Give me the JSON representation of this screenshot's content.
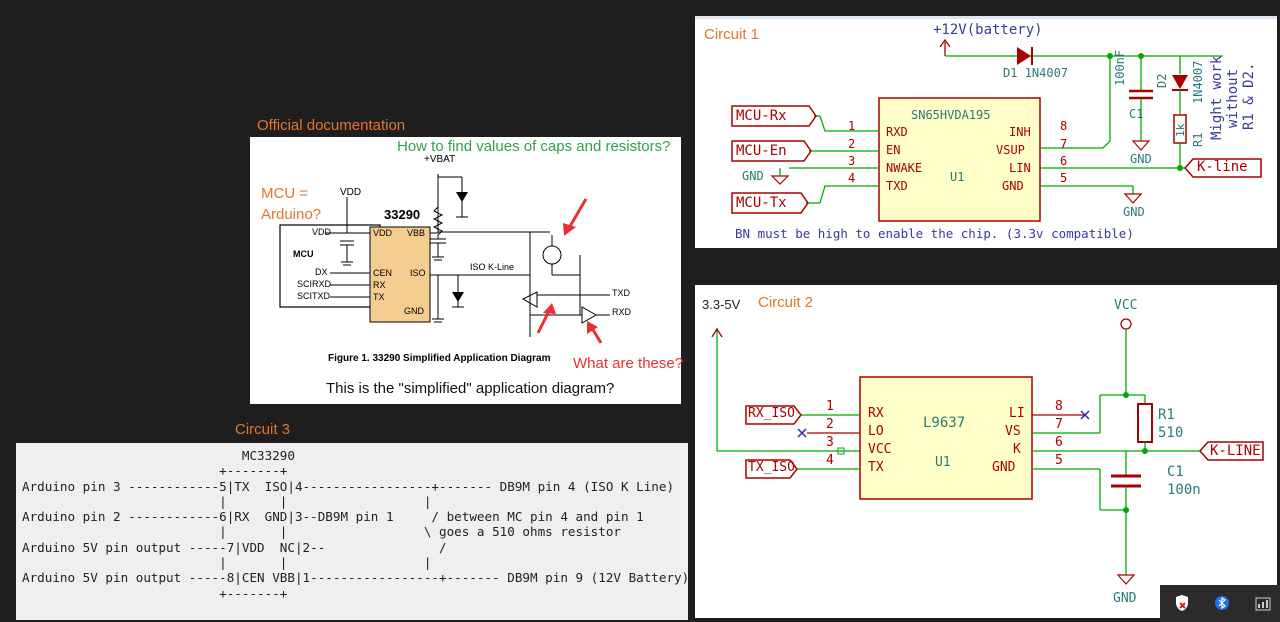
{
  "official": {
    "title": "Official documentation",
    "question_caps": "How to find values of caps and resistors?",
    "mcu_note_1": "MCU =",
    "mcu_note_2": "Arduino?",
    "question_what": "What are these?",
    "question_simplified": "This is the \"simplified\" application diagram?",
    "figure_caption": "Figure 1. 33290 Simplified Application Diagram",
    "chip_name": "33290",
    "vdd_top": "VDD",
    "vbat_top": "+VBAT",
    "mcu_box": "MCU",
    "mcu_vdd": "VDD",
    "mcu_dx": "DX",
    "mcu_rx": "SCIRXD",
    "mcu_tx": "SCITXD",
    "pin_vdd": "VDD",
    "pin_vbb": "VBB",
    "pin_cen": "CEN",
    "pin_iso": "ISO",
    "pin_rx": "RX",
    "pin_tx": "TX",
    "pin_gnd": "GND",
    "iso_line": "ISO K-Line",
    "txd": "TXD",
    "rxd": "RXD"
  },
  "circuit1": {
    "title": "Circuit 1",
    "battery": "+12V(battery)",
    "diode1": "D1  1N4007",
    "chip": "SN65HVDA195",
    "unit": "U1",
    "mcu_rx": "MCU-Rx",
    "mcu_en": "MCU-En",
    "mcu_tx": "MCU-Tx",
    "gnd": "GND",
    "pins_left": [
      "RXD",
      "EN",
      "NWAKE",
      "TXD"
    ],
    "pins_right": [
      "INH",
      "VSUP",
      "LIN",
      "GND"
    ],
    "nums_left": [
      "1",
      "2",
      "3",
      "4"
    ],
    "nums_right": [
      "8",
      "7",
      "6",
      "5"
    ],
    "cap_value": "100nF",
    "cap_ref": "C1",
    "d2": "D2",
    "d2_part": "1N4007",
    "r1_value": "1k",
    "r1_ref": "R1",
    "note_1": "Might work",
    "note_2": "without",
    "note_3": "R1 & D2.",
    "kline": "K-line",
    "en_note": "BN must be high to enable the chip. (3.3v compatible)"
  },
  "circuit2": {
    "title": "Circuit 2",
    "supply": "3.3-5V",
    "vcc": "VCC",
    "chip": "L9637",
    "unit": "U1",
    "rx_iso": "RX_ISO",
    "tx_iso": "TX_ISO",
    "pins_left": [
      "RX",
      "LO",
      "VCC",
      "TX"
    ],
    "pins_right": [
      "LI",
      "VS",
      "K",
      "GND"
    ],
    "nums_left": [
      "1",
      "2",
      "3",
      "4"
    ],
    "nums_right": [
      "8",
      "7",
      "6",
      "5"
    ],
    "r1_ref": "R1",
    "r1_value": "510",
    "c1_ref": "C1",
    "c1_value": "100n",
    "kline": "K-LINE",
    "gnd": "GND"
  },
  "circuit3": {
    "title": "Circuit 3",
    "ascii": "                             MC33290\n                          +-------+\nArduino pin 3 ------------5|TX  ISO|4-----------------+------- DB9M pin 4 (ISO K Line)\n                          |       |                  |\nArduino pin 2 ------------6|RX  GND|3--DB9M pin 1     / between MC pin 4 and pin 1\n                          |       |                  \\ goes a 510 ohms resistor\nArduino 5V pin output -----7|VDD  NC|2--               /\n                          |       |                  |\nArduino 5V pin output -----8|CEN VBB|1-----------------+------- DB9M pin 9 (12V Battery)\n                          +-------+"
  },
  "tray": {
    "icons": [
      "security-shield-icon",
      "bluetooth-icon",
      "battery-icon"
    ]
  }
}
